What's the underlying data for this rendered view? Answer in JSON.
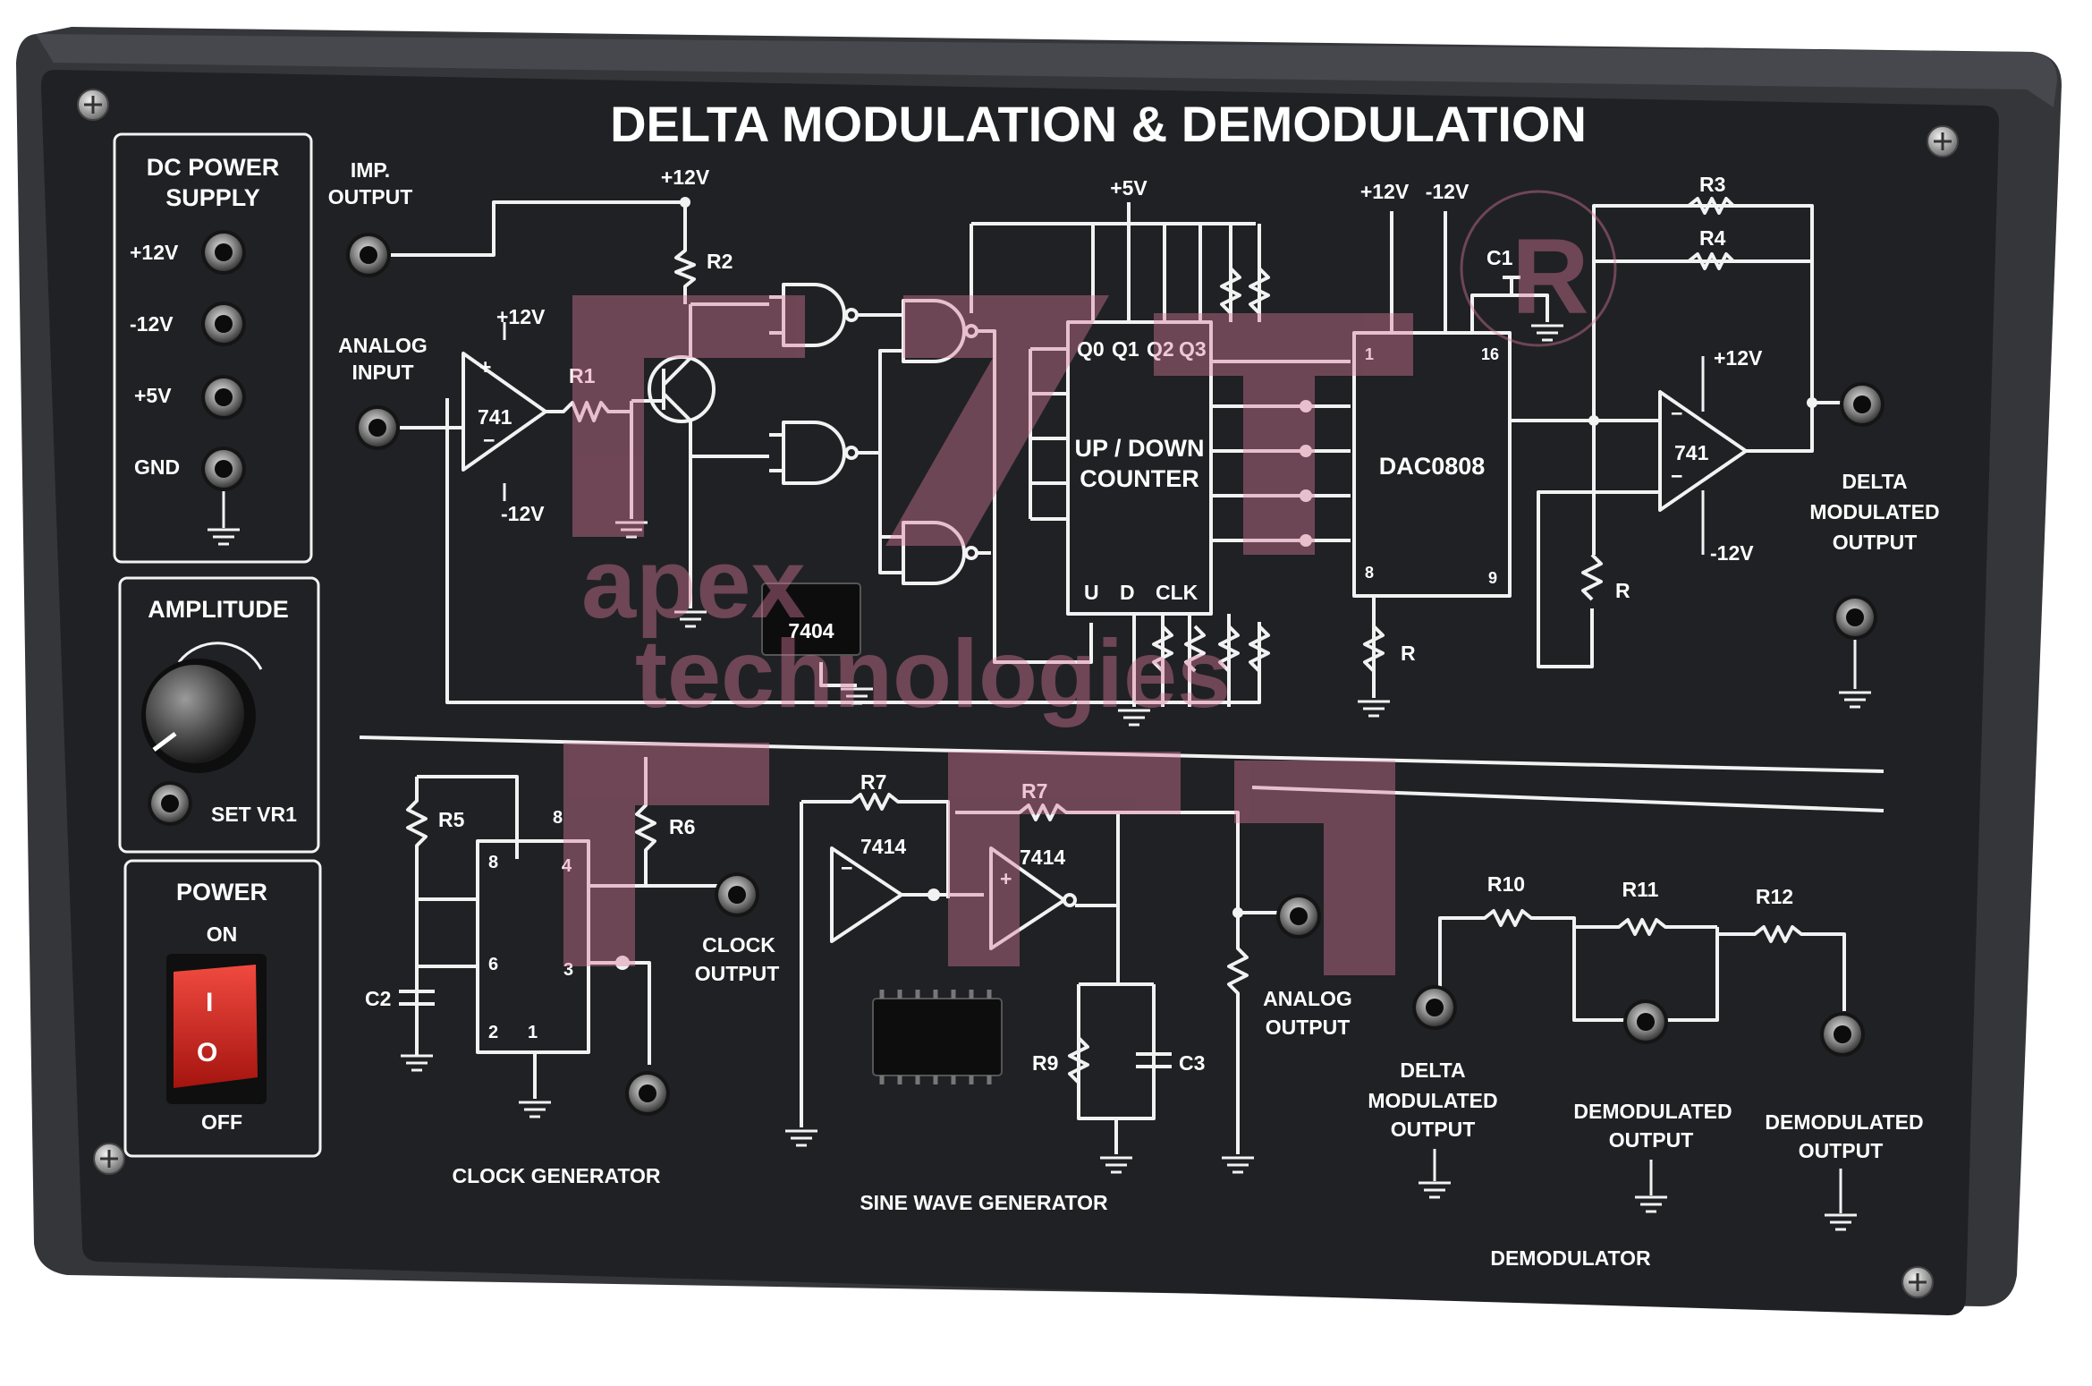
{
  "panel": {
    "title": "DELTA MODULATION & DEMODULATION",
    "colors": {
      "body": "#303236",
      "face": "#202124",
      "wire": "#f2f2f2",
      "switch": "#d6221c",
      "watermark": "#d97a9c"
    }
  },
  "power_supply": {
    "title_line1": "DC POWER",
    "title_line2": "SUPPLY",
    "terminals": [
      "+12V",
      "-12V",
      "+5V",
      "GND"
    ]
  },
  "amplitude": {
    "title": "AMPLITUDE",
    "socket_label": "SET VR1"
  },
  "power_switch": {
    "title": "POWER",
    "on_label": "ON",
    "off_label": "OFF",
    "rocker_i": "I",
    "rocker_o": "O"
  },
  "modulator": {
    "imp_output_line1": "IMP.",
    "imp_output_line2": "OUTPUT",
    "analog_input_line1": "ANALOG",
    "analog_input_line2": "INPUT",
    "supply_top": "+12V",
    "supply_5v": "+5V",
    "supply_dac_pos": "+12V",
    "supply_dac_neg": "-12V",
    "opamp_pos": "+12V",
    "opamp_neg": "-12V",
    "opamp1": "741",
    "opamp2": "741",
    "opamp2_pos": "+12V",
    "opamp2_neg": "-12V",
    "r1": "R1",
    "r2": "R2",
    "r3": "R3",
    "r4": "R4",
    "r_a": "R",
    "r_b": "R",
    "c1": "C1",
    "ic_7404": "7404",
    "counter_line1": "UP / DOWN",
    "counter_line2": "COUNTER",
    "counter_pins": [
      "Q0",
      "Q1",
      "Q2",
      "Q3"
    ],
    "counter_bottom_pins": [
      "U",
      "D",
      "CLK"
    ],
    "dac": "DAC0808",
    "dac_pins": [
      "1",
      "16",
      "8",
      "9"
    ],
    "output_line1": "DELTA",
    "output_line2": "MODULATED",
    "output_line3": "OUTPUT"
  },
  "clock_generator": {
    "title": "CLOCK GENERATOR",
    "r5": "R5",
    "r6": "R6",
    "c2": "C2",
    "pins": [
      "8",
      "4",
      "6",
      "3",
      "2",
      "1"
    ],
    "top_pin": "8",
    "output_line1": "CLOCK",
    "output_line2": "OUTPUT"
  },
  "sine_generator": {
    "title": "SINE WAVE GENERATOR",
    "r7a": "R7",
    "r7b": "R7",
    "ic1": "7414",
    "ic2": "7414",
    "r9": "R9",
    "c3": "C3",
    "output_line1": "ANALOG",
    "output_line2": "OUTPUT"
  },
  "demodulator": {
    "title": "DEMODULATOR",
    "r10": "R10",
    "r11": "R11",
    "r12": "R12",
    "in_line1": "DELTA",
    "in_line2": "MODULATED",
    "in_line3": "OUTPUT",
    "out1_line1": "DEMODULATED",
    "out1_line2": "OUTPUT",
    "out2_line1": "DEMODULATED",
    "out2_line2": "OUTPUT"
  },
  "watermark": {
    "line1": "apex",
    "line2": "technologies",
    "registered": "R"
  }
}
